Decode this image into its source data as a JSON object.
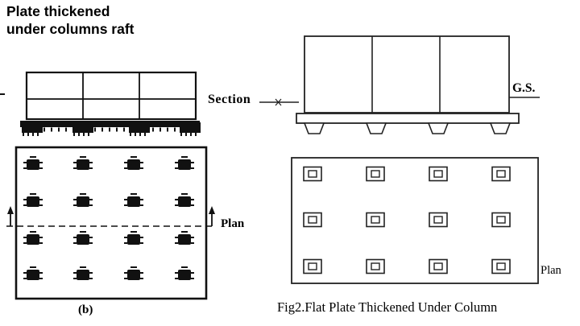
{
  "title": {
    "line1": "Plate thickened",
    "line2": "under columns raft"
  },
  "left_figure": {
    "plan_label": "Plan",
    "figure_label": "(b)"
  },
  "right_figure": {
    "section_label": "Section",
    "ground_surface_label": "G.S.",
    "plan_label": "Plan",
    "caption": "Fig2.Flat Plate Thickened Under Column"
  },
  "colors": {
    "ink": "#111111",
    "background": "#ffffff"
  }
}
